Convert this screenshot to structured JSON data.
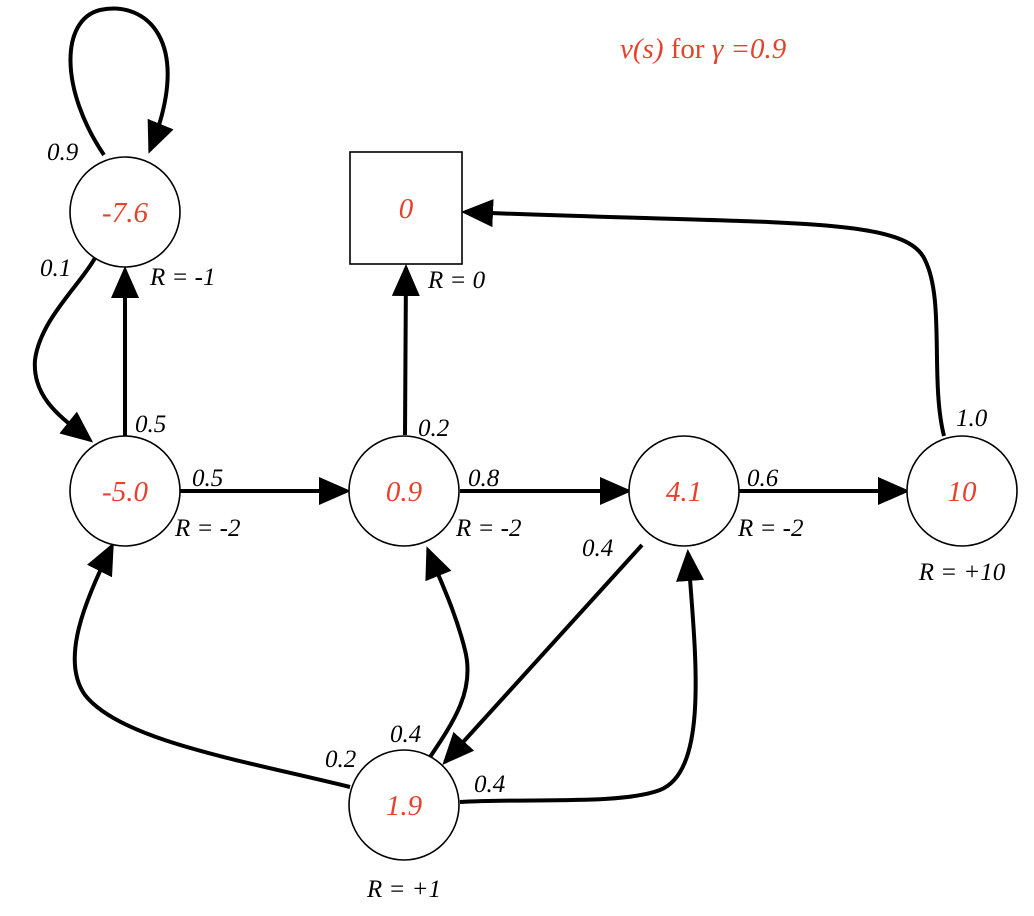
{
  "title": {
    "part1": "v(s)",
    "part2": " for ",
    "part3": "γ =0.9"
  },
  "accent_color": "#e5422d",
  "states": [
    {
      "id": "s1",
      "value": "-7.6",
      "shape": "circle",
      "reward": "R = -1"
    },
    {
      "id": "s2",
      "value": "-5.0",
      "shape": "circle",
      "reward": "R = -2"
    },
    {
      "id": "s3",
      "value": "0.9",
      "shape": "circle",
      "reward": "R = -2"
    },
    {
      "id": "s4",
      "value": "4.1",
      "shape": "circle",
      "reward": "R = -2"
    },
    {
      "id": "s5",
      "value": "10",
      "shape": "circle",
      "reward": "R = +10"
    },
    {
      "id": "s6",
      "value": "1.9",
      "shape": "circle",
      "reward": "R = +1"
    },
    {
      "id": "terminal",
      "value": "0",
      "shape": "square",
      "reward": "R = 0"
    }
  ],
  "transitions": [
    {
      "from": "s1",
      "to": "s1",
      "prob": "0.9"
    },
    {
      "from": "s1",
      "to": "s2",
      "prob": "0.1"
    },
    {
      "from": "s2",
      "to": "s1",
      "prob": "0.5"
    },
    {
      "from": "s2",
      "to": "s3",
      "prob": "0.5"
    },
    {
      "from": "s3",
      "to": "terminal",
      "prob": "0.2"
    },
    {
      "from": "s3",
      "to": "s4",
      "prob": "0.8"
    },
    {
      "from": "s4",
      "to": "s5",
      "prob": "0.6"
    },
    {
      "from": "s4",
      "to": "s6",
      "prob": "0.4"
    },
    {
      "from": "s5",
      "to": "terminal",
      "prob": "1.0"
    },
    {
      "from": "s6",
      "to": "s2",
      "prob": "0.2"
    },
    {
      "from": "s6",
      "to": "s3",
      "prob": "0.4"
    },
    {
      "from": "s6",
      "to": "s4",
      "prob": "0.4"
    }
  ]
}
